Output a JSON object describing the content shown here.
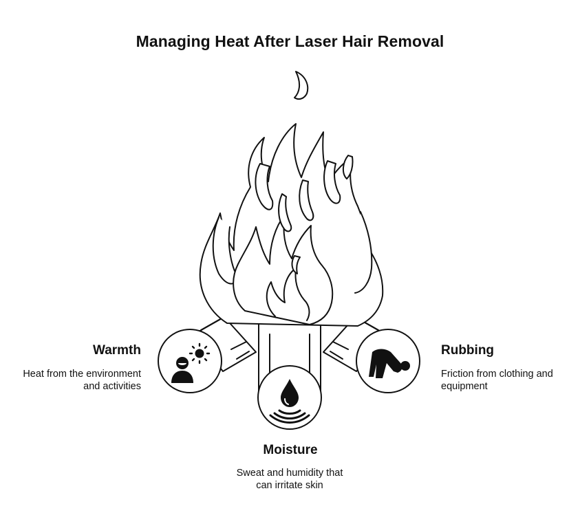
{
  "title": "Managing Heat After Laser Hair Removal",
  "factors": {
    "warmth": {
      "title": "Warmth",
      "description_lines": [
        "Heat from the environment",
        "and activities"
      ],
      "icon": "person-sun-icon"
    },
    "moisture": {
      "title": "Moisture",
      "description_lines": [
        "Sweat and humidity that",
        "can irritate skin"
      ],
      "icon": "water-drop-icon"
    },
    "rubbing": {
      "title": "Rubbing",
      "description_lines": [
        "Friction from clothing and",
        "equipment"
      ],
      "icon": "bending-person-icon"
    }
  },
  "colors": {
    "stroke": "#111111",
    "fill": "#ffffff"
  }
}
